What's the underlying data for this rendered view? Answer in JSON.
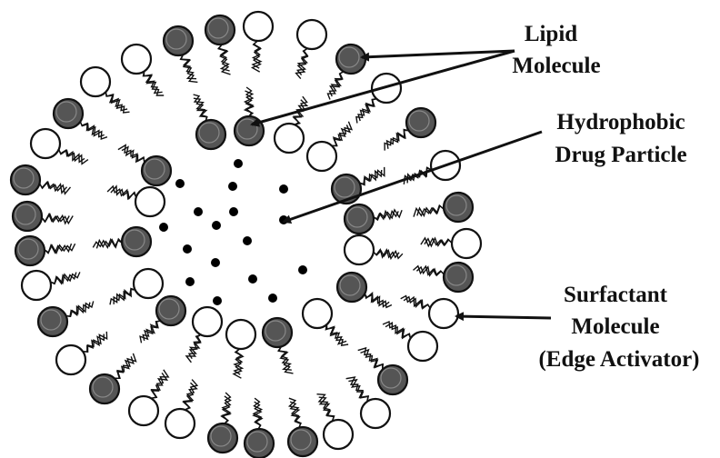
{
  "diagram": {
    "labels": {
      "lipid": [
        "Lipid",
        "Molecule"
      ],
      "drug": [
        "Hydrophobic",
        "Drug Particle"
      ],
      "surfactant": [
        "Surfactant",
        "Molecule",
        "(Edge Activator)"
      ]
    },
    "colors": {
      "lipid_head": "#555555",
      "surfactant_head": "#ffffff",
      "stroke": "#111111",
      "drug": "#000000"
    }
  }
}
